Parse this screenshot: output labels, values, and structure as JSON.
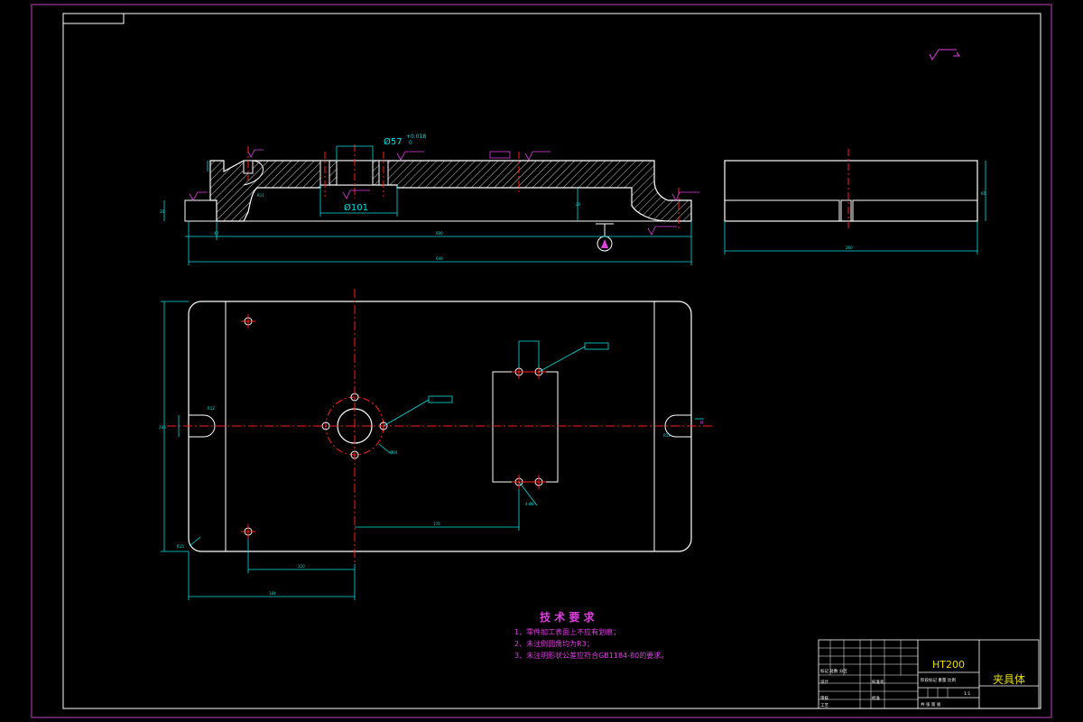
{
  "colors": {
    "background": "#000000",
    "border": "#c040c0",
    "outline": "#ffffff",
    "dimension": "#00e0e0",
    "centerline": "#ff2020",
    "annotation": "#e040e0",
    "material_text": "#e8e000",
    "hatch": "#ffffff"
  },
  "front_view": {
    "dia_57": "Ø57",
    "dia_57_tol_upper": "+0.018",
    "dia_57_tol_lower": "0",
    "dia_101": "Ø101"
  },
  "tech_requirements": {
    "title": "技 术 要 求",
    "items": [
      "1、零件加工表面上不应有划痕；",
      "2、未注倒圆角均为R3；",
      "3、未注明形状公差应符合GB1184-80的要求。"
    ]
  },
  "title_block": {
    "material": "HT200",
    "part_name": "夹具体"
  }
}
